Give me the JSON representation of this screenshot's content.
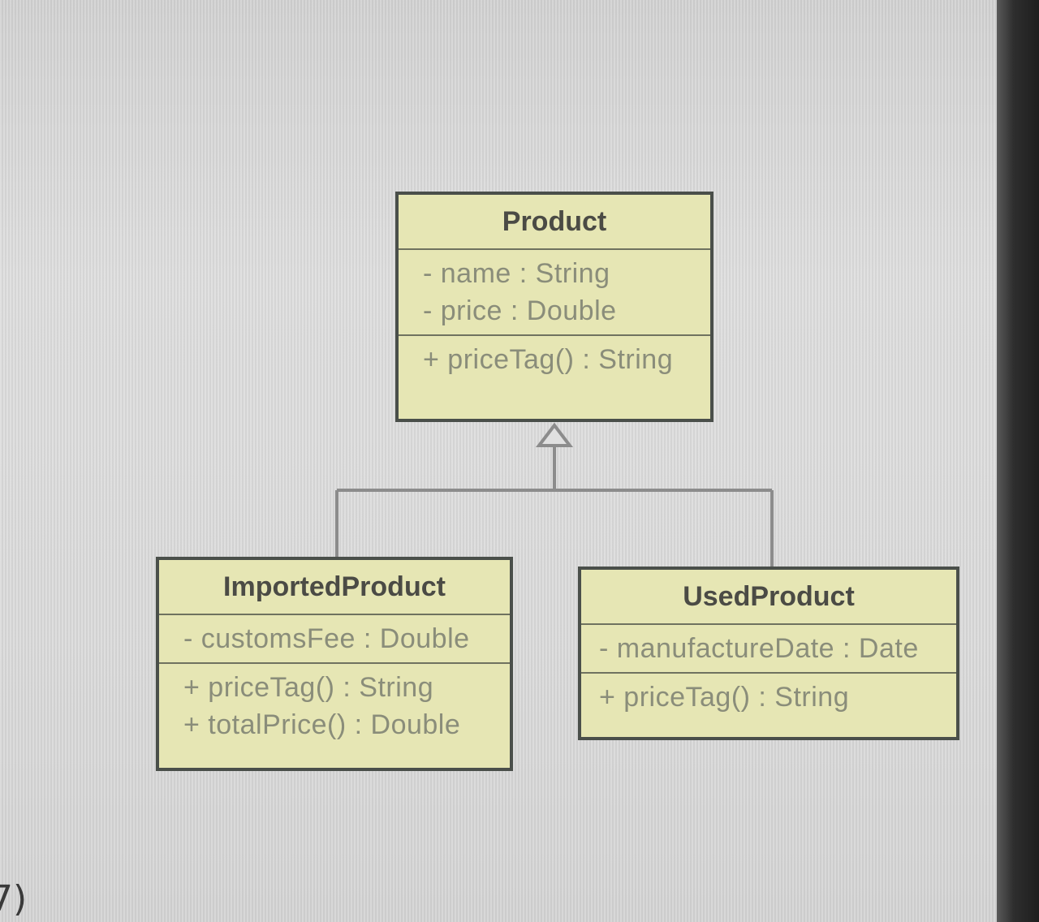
{
  "diagram": {
    "classes": {
      "product": {
        "name": "Product",
        "attributes": [
          "- name : String",
          "- price : Double"
        ],
        "operations": [
          "+ priceTag() : String"
        ]
      },
      "imported": {
        "name": "ImportedProduct",
        "attributes": [
          "- customsFee : Double"
        ],
        "operations": [
          "+ priceTag() : String",
          "+ totalPrice() : Double"
        ]
      },
      "used": {
        "name": "UsedProduct",
        "attributes": [
          "- manufactureDate : Date"
        ],
        "operations": [
          "+ priceTag() : String"
        ]
      }
    },
    "relations": [
      {
        "type": "generalization",
        "from": "ImportedProduct",
        "to": "Product"
      },
      {
        "type": "generalization",
        "from": "UsedProduct",
        "to": "Product"
      }
    ],
    "colors": {
      "class_fill": "#e6e6b4",
      "class_border": "#4a4f4a",
      "connector": "#8c8c8c"
    }
  },
  "page": {
    "footnote": "7)"
  }
}
